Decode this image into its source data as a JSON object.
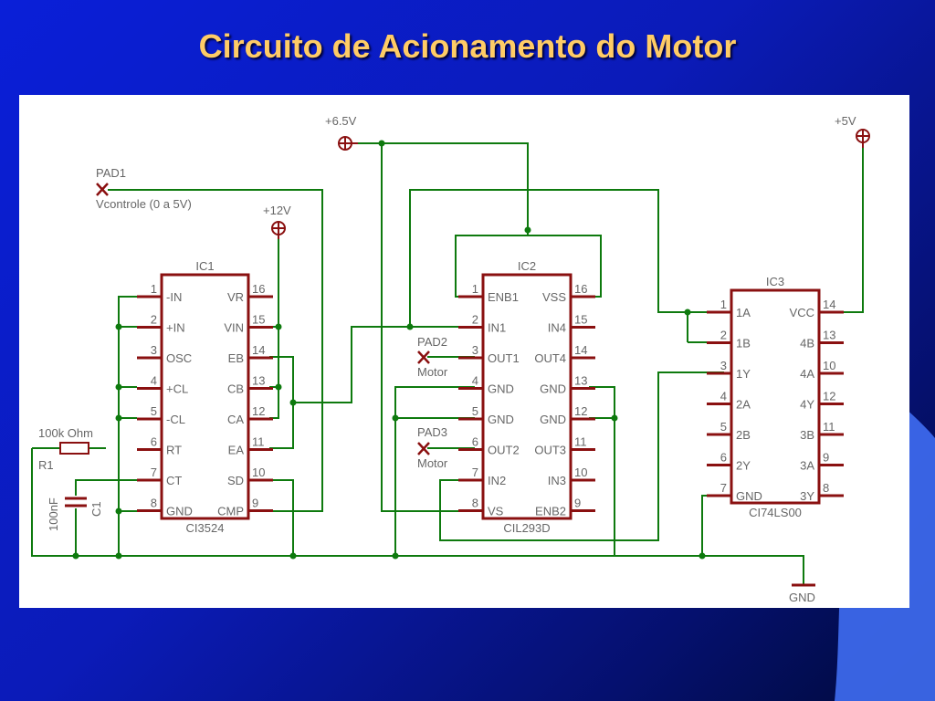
{
  "title": "Circuito de Acionamento do Motor",
  "colors": {
    "wire": "#0e7a0e",
    "part": "#8a1010",
    "label": "#666666",
    "accent": "#ffcc66"
  },
  "supplies": {
    "v65": "+6.5V",
    "v5": "+5V",
    "v12": "+12V",
    "gnd": "GND"
  },
  "pads": {
    "pad1": {
      "name": "PAD1",
      "desc": "Vcontrole (0 a 5V)"
    },
    "pad2": {
      "name": "PAD2",
      "desc": "Motor"
    },
    "pad3": {
      "name": "PAD3",
      "desc": "Motor"
    }
  },
  "r1": {
    "name": "R1",
    "value": "100k Ohm"
  },
  "c1": {
    "name": "C1",
    "value": "100nF"
  },
  "ic1": {
    "name": "IC1",
    "part": "CI3524",
    "left_pins": [
      {
        "num": "1",
        "label": "-IN"
      },
      {
        "num": "2",
        "label": "+IN"
      },
      {
        "num": "3",
        "label": "OSC"
      },
      {
        "num": "4",
        "label": "+CL"
      },
      {
        "num": "5",
        "label": "-CL"
      },
      {
        "num": "6",
        "label": "RT"
      },
      {
        "num": "7",
        "label": "CT"
      },
      {
        "num": "8",
        "label": "GND"
      }
    ],
    "right_pins": [
      {
        "num": "16",
        "label": "VR"
      },
      {
        "num": "15",
        "label": "VIN"
      },
      {
        "num": "14",
        "label": "EB"
      },
      {
        "num": "13",
        "label": "CB"
      },
      {
        "num": "12",
        "label": "CA"
      },
      {
        "num": "11",
        "label": "EA"
      },
      {
        "num": "10",
        "label": "SD"
      },
      {
        "num": "9",
        "label": "CMP"
      }
    ]
  },
  "ic2": {
    "name": "IC2",
    "part": "CIL293D",
    "left_pins": [
      {
        "num": "1",
        "label": "ENB1"
      },
      {
        "num": "2",
        "label": "IN1"
      },
      {
        "num": "3",
        "label": "OUT1"
      },
      {
        "num": "4",
        "label": "GND"
      },
      {
        "num": "5",
        "label": "GND"
      },
      {
        "num": "6",
        "label": "OUT2"
      },
      {
        "num": "7",
        "label": "IN2"
      },
      {
        "num": "8",
        "label": "VS"
      }
    ],
    "right_pins": [
      {
        "num": "16",
        "label": "VSS"
      },
      {
        "num": "15",
        "label": "IN4"
      },
      {
        "num": "14",
        "label": "OUT4"
      },
      {
        "num": "13",
        "label": "GND"
      },
      {
        "num": "12",
        "label": "GND"
      },
      {
        "num": "11",
        "label": "OUT3"
      },
      {
        "num": "10",
        "label": "IN3"
      },
      {
        "num": "9",
        "label": "ENB2"
      }
    ]
  },
  "ic3": {
    "name": "IC3",
    "part": "CI74LS00",
    "left_pins": [
      {
        "num": "1",
        "label": "1A"
      },
      {
        "num": "2",
        "label": "1B"
      },
      {
        "num": "3",
        "label": "1Y"
      },
      {
        "num": "4",
        "label": "2A"
      },
      {
        "num": "5",
        "label": "2B"
      },
      {
        "num": "6",
        "label": "2Y"
      },
      {
        "num": "7",
        "label": "GND"
      }
    ],
    "right_pins": [
      {
        "num": "14",
        "label": "VCC"
      },
      {
        "num": "13",
        "label": "4B"
      },
      {
        "num": "10",
        "label": "4A"
      },
      {
        "num": "12",
        "label": "4Y"
      },
      {
        "num": "11",
        "label": "3B"
      },
      {
        "num": "9",
        "label": "3A"
      },
      {
        "num": "8",
        "label": "3Y"
      }
    ]
  }
}
